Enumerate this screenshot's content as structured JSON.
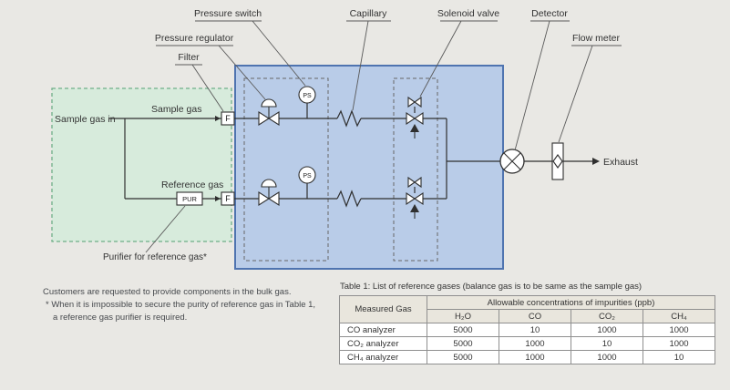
{
  "diagram": {
    "labels": {
      "pressure_switch": "Pressure switch",
      "pressure_regulator": "Pressure regulator",
      "filter": "Filter",
      "capillary": "Capillary",
      "solenoid_valve": "Solenoid valve",
      "detector": "Detector",
      "flow_meter": "Flow meter",
      "exhaust": "Exhaust",
      "sample_gas_in": "Sample gas in",
      "sample_gas": "Sample gas",
      "reference_gas": "Reference gas",
      "purifier_note": "Purifier for reference gas*",
      "filter_symbol": "F",
      "purifier_symbol": "PUR",
      "pressure_switch_symbol": "PS"
    },
    "colors": {
      "customer_area_fill": "#d7ebdc",
      "customer_area_border": "#6fae88",
      "analyzer_area_fill": "#b9cce8",
      "analyzer_area_border": "#4f74b0"
    }
  },
  "notes": {
    "line1": "Customers are requested to provide components in the bulk gas.",
    "line2": "* When it is impossible to secure the purity of reference gas in Table 1,",
    "line3": "a reference gas purifier is required."
  },
  "table1": {
    "title": "Table 1: List of reference gases (balance gas is to be same as the sample gas)",
    "col_measured_gas": "Measured Gas",
    "col_group": "Allowable concentrations of impurities (ppb)",
    "impurity_columns": [
      "H₂O",
      "CO",
      "CO₂",
      "CH₄"
    ],
    "rows": [
      {
        "gas": "CO analyzer",
        "values": [
          "5000",
          "10",
          "1000",
          "1000"
        ]
      },
      {
        "gas": "CO₂ analyzer",
        "values": [
          "5000",
          "1000",
          "10",
          "1000"
        ]
      },
      {
        "gas": "CH₄ analyzer",
        "values": [
          "5000",
          "1000",
          "1000",
          "10"
        ]
      }
    ]
  }
}
